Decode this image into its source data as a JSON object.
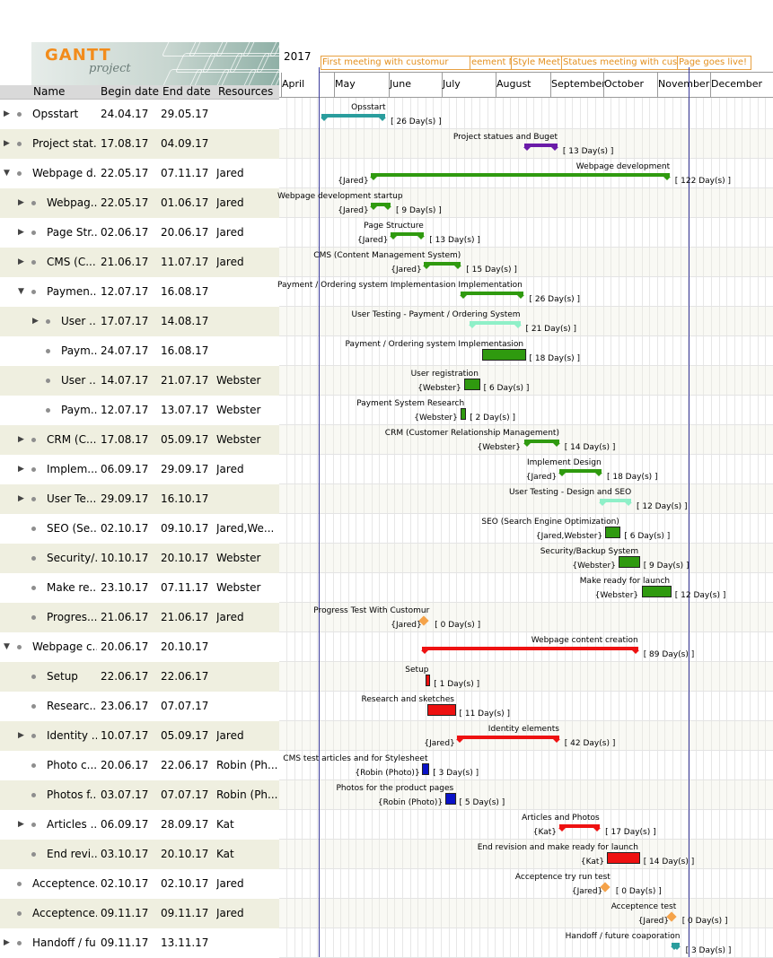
{
  "app": {
    "logo_word": "GANTT",
    "logo_sub": "project",
    "year": "2017"
  },
  "columns": {
    "name": "Name",
    "begin": "Begin date",
    "end": "End date",
    "resources": "Resources"
  },
  "months": [
    "April",
    "May",
    "June",
    "July",
    "August",
    "September",
    "October",
    "November",
    "December"
  ],
  "milestones_header": [
    "First meeting with customur",
    "eement Meeting",
    "Style Meeti",
    "Statues meeting with custo",
    "Page goes live!"
  ],
  "colors": {
    "teal": "#2a9d9d",
    "purple": "#6a1ba8",
    "green": "#2f9a0f",
    "mint": "#8ff0c8",
    "red": "#ee1111",
    "blue": "#0a12c8",
    "orange": "#f5a34a",
    "summary_row_bg": "#efefe0",
    "today_line": "#3c3c9c"
  },
  "tasks": [
    {
      "name": "Opsstart",
      "begin": "24.04.17",
      "end": "29.05.17",
      "resources": "",
      "level": 0,
      "expander": "▶",
      "alt": false,
      "type": "summary",
      "color": "teal",
      "title": "Opsstart",
      "res_label": "",
      "dur": "[ 26 Day(s) ]"
    },
    {
      "name": "Project stat...",
      "begin": "17.08.17",
      "end": "04.09.17",
      "resources": "",
      "level": 0,
      "expander": "▶",
      "alt": true,
      "type": "summary",
      "color": "purple",
      "title": "Project statues and Buget",
      "res_label": "",
      "dur": "[ 13 Day(s) ]"
    },
    {
      "name": "Webpage d...",
      "begin": "22.05.17",
      "end": "07.11.17",
      "resources": "Jared",
      "level": 0,
      "expander": "▼",
      "alt": false,
      "type": "summary",
      "color": "green",
      "title": "Webpage development",
      "res_label": "{Jared}",
      "dur": "[ 122 Day(s) ]"
    },
    {
      "name": "Webpag...",
      "begin": "22.05.17",
      "end": "01.06.17",
      "resources": "Jared",
      "level": 1,
      "expander": "▶",
      "alt": true,
      "type": "summary",
      "color": "green",
      "title": "Webpage development startup",
      "res_label": "{Jared}",
      "dur": "[ 9 Day(s) ]"
    },
    {
      "name": "Page Str...",
      "begin": "02.06.17",
      "end": "20.06.17",
      "resources": "Jared",
      "level": 1,
      "expander": "▶",
      "alt": false,
      "type": "summary",
      "color": "green",
      "title": "Page Structure",
      "res_label": "{Jared}",
      "dur": "[ 13 Day(s) ]"
    },
    {
      "name": "CMS (C...",
      "begin": "21.06.17",
      "end": "11.07.17",
      "resources": "Jared",
      "level": 1,
      "expander": "▶",
      "alt": true,
      "type": "summary",
      "color": "green",
      "title": "CMS (Content Management System)",
      "res_label": "{Jared}",
      "dur": "[ 15 Day(s) ]"
    },
    {
      "name": "Paymen...",
      "begin": "12.07.17",
      "end": "16.08.17",
      "resources": "",
      "level": 1,
      "expander": "▼",
      "alt": false,
      "type": "summary",
      "color": "green",
      "title": "Payment / Ordering system Implementasion Implementation",
      "res_label": "",
      "dur": "[ 26 Day(s) ]"
    },
    {
      "name": "User ...",
      "begin": "17.07.17",
      "end": "14.08.17",
      "resources": "",
      "level": 2,
      "expander": "▶",
      "alt": true,
      "type": "summary",
      "color": "mint",
      "title": "User Testing - Payment / Ordering System",
      "res_label": "",
      "dur": "[ 21 Day(s) ]"
    },
    {
      "name": "Paym...",
      "begin": "24.07.17",
      "end": "16.08.17",
      "resources": "",
      "level": 2,
      "expander": "",
      "alt": false,
      "type": "task",
      "color": "green",
      "title": "Payment / Ordering system Implementasion",
      "res_label": "",
      "dur": "[ 18 Day(s) ]"
    },
    {
      "name": "User ...",
      "begin": "14.07.17",
      "end": "21.07.17",
      "resources": "Webster",
      "level": 2,
      "expander": "",
      "alt": true,
      "type": "task",
      "color": "green",
      "title": "User registration",
      "res_label": "{Webster}",
      "dur": "[ 6 Day(s) ]"
    },
    {
      "name": "Paym...",
      "begin": "12.07.17",
      "end": "13.07.17",
      "resources": "Webster",
      "level": 2,
      "expander": "",
      "alt": false,
      "type": "task",
      "color": "green",
      "title": "Payment System Research",
      "res_label": "{Webster}",
      "dur": "[ 2 Day(s) ]"
    },
    {
      "name": "CRM (C...",
      "begin": "17.08.17",
      "end": "05.09.17",
      "resources": "Webster",
      "level": 1,
      "expander": "▶",
      "alt": true,
      "type": "summary",
      "color": "green",
      "title": "CRM (Customer Relationship Management)",
      "res_label": "{Webster}",
      "dur": "[ 14 Day(s) ]"
    },
    {
      "name": "Implem...",
      "begin": "06.09.17",
      "end": "29.09.17",
      "resources": "Jared",
      "level": 1,
      "expander": "▶",
      "alt": false,
      "type": "summary",
      "color": "green",
      "title": "Implement Design",
      "res_label": "{Jared}",
      "dur": "[ 18 Day(s) ]"
    },
    {
      "name": "User Te...",
      "begin": "29.09.17",
      "end": "16.10.17",
      "resources": "",
      "level": 1,
      "expander": "▶",
      "alt": true,
      "type": "summary",
      "color": "mint",
      "title": "User Testing - Design and SEO",
      "res_label": "",
      "dur": "[ 12 Day(s) ]"
    },
    {
      "name": "SEO (Se...",
      "begin": "02.10.17",
      "end": "09.10.17",
      "resources": "Jared,We...",
      "level": 1,
      "expander": "",
      "alt": false,
      "type": "task",
      "color": "green",
      "title": "SEO (Search Engine Optimization)",
      "res_label": "{Jared,Webster}",
      "dur": "[ 6 Day(s) ]"
    },
    {
      "name": "Security/...",
      "begin": "10.10.17",
      "end": "20.10.17",
      "resources": "Webster",
      "level": 1,
      "expander": "",
      "alt": true,
      "type": "task",
      "color": "green",
      "title": "Security/Backup System",
      "res_label": "{Webster}",
      "dur": "[ 9 Day(s) ]"
    },
    {
      "name": "Make re...",
      "begin": "23.10.17",
      "end": "07.11.17",
      "resources": "Webster",
      "level": 1,
      "expander": "",
      "alt": false,
      "type": "task",
      "color": "green",
      "title": "Make ready for launch",
      "res_label": "{Webster}",
      "dur": "[ 12 Day(s) ]"
    },
    {
      "name": "Progres...",
      "begin": "21.06.17",
      "end": "21.06.17",
      "resources": "Jared",
      "level": 1,
      "expander": "",
      "alt": true,
      "type": "milestone",
      "color": "orange",
      "title": "Progress Test With Customur",
      "res_label": "{Jared}",
      "dur": "[ 0 Day(s) ]"
    },
    {
      "name": "Webpage c...",
      "begin": "20.06.17",
      "end": "20.10.17",
      "resources": "",
      "level": 0,
      "expander": "▼",
      "alt": false,
      "type": "summary",
      "color": "red",
      "title": "Webpage content creation",
      "res_label": "",
      "dur": "[ 89 Day(s) ]"
    },
    {
      "name": "Setup",
      "begin": "22.06.17",
      "end": "22.06.17",
      "resources": "",
      "level": 1,
      "expander": "",
      "alt": true,
      "type": "task",
      "color": "red",
      "title": "Setup",
      "res_label": "",
      "dur": "[ 1 Day(s) ]"
    },
    {
      "name": "Researc...",
      "begin": "23.06.17",
      "end": "07.07.17",
      "resources": "",
      "level": 1,
      "expander": "",
      "alt": false,
      "type": "task",
      "color": "red",
      "title": "Research and sketches",
      "res_label": "",
      "dur": "[ 11 Day(s) ]"
    },
    {
      "name": "Identity ...",
      "begin": "10.07.17",
      "end": "05.09.17",
      "resources": "Jared",
      "level": 1,
      "expander": "▶",
      "alt": true,
      "type": "summary",
      "color": "red",
      "title": "Identity elements",
      "res_label": "{Jared}",
      "dur": "[ 42 Day(s) ]"
    },
    {
      "name": "Photo c...",
      "begin": "20.06.17",
      "end": "22.06.17",
      "resources": "Robin (Ph...",
      "level": 1,
      "expander": "",
      "alt": false,
      "type": "task",
      "color": "blue",
      "title": "CMS test articles and for Stylesheet",
      "res_label": "{Robin (Photo)}",
      "dur": "[ 3 Day(s) ]"
    },
    {
      "name": "Photos f...",
      "begin": "03.07.17",
      "end": "07.07.17",
      "resources": "Robin (Ph...",
      "level": 1,
      "expander": "",
      "alt": true,
      "type": "task",
      "color": "blue",
      "title": "Photos for the product pages",
      "res_label": "{Robin (Photo)}",
      "dur": "[ 5 Day(s) ]"
    },
    {
      "name": "Articles ...",
      "begin": "06.09.17",
      "end": "28.09.17",
      "resources": "Kat",
      "level": 1,
      "expander": "▶",
      "alt": false,
      "type": "summary",
      "color": "red",
      "title": "Articles and Photos",
      "res_label": "{Kat}",
      "dur": "[ 17 Day(s) ]"
    },
    {
      "name": "End revi...",
      "begin": "03.10.17",
      "end": "20.10.17",
      "resources": "Kat",
      "level": 1,
      "expander": "",
      "alt": true,
      "type": "task",
      "color": "red",
      "title": "End revision and make ready for launch",
      "res_label": "{Kat}",
      "dur": "[ 14 Day(s) ]"
    },
    {
      "name": "Acceptence...",
      "begin": "02.10.17",
      "end": "02.10.17",
      "resources": "Jared",
      "level": 0,
      "expander": "",
      "alt": false,
      "type": "milestone",
      "color": "orange",
      "title": "Acceptence try run test",
      "res_label": "{Jared}",
      "dur": "[ 0 Day(s) ]"
    },
    {
      "name": "Acceptence...",
      "begin": "09.11.17",
      "end": "09.11.17",
      "resources": "Jared",
      "level": 0,
      "expander": "",
      "alt": true,
      "type": "milestone",
      "color": "orange",
      "title": "Acceptence test",
      "res_label": "{Jared}",
      "dur": "[ 0 Day(s) ]"
    },
    {
      "name": "Handoff / fu...",
      "begin": "09.11.17",
      "end": "13.11.17",
      "resources": "",
      "level": 0,
      "expander": "▶",
      "alt": false,
      "type": "summary",
      "color": "teal",
      "title": "Handoff / future coaporation",
      "res_label": "",
      "dur": "[ 3 Day(s) ]"
    }
  ]
}
